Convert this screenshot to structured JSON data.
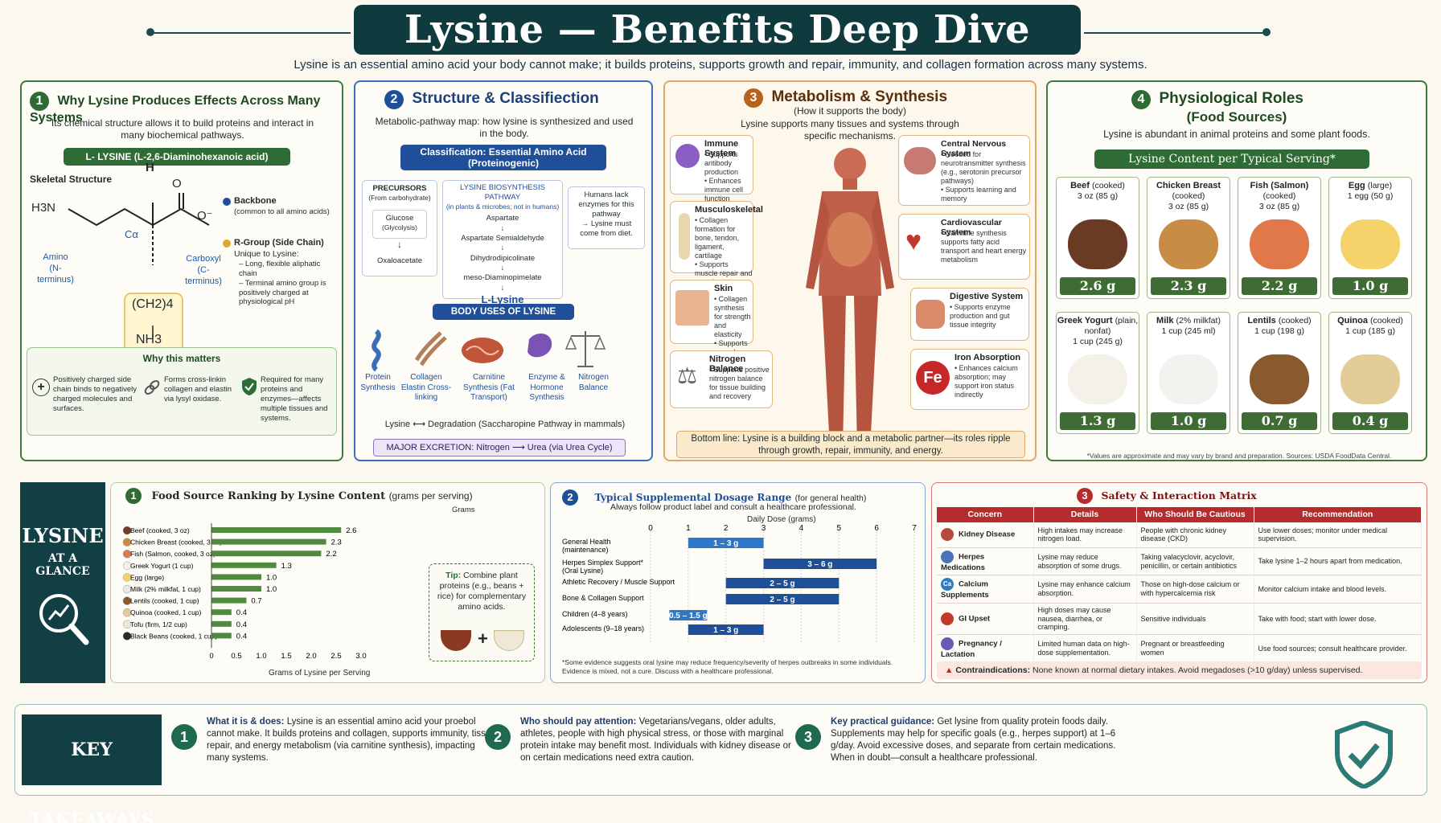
{
  "title": "Lysine — Benefits Deep Dive",
  "subtitle": "Lysine is an essential amino acid your body cannot make; it builds proteins, supports growth and repair, immunity, and collagen formation across many systems.",
  "colors": {
    "navy": "#0f3b3f",
    "green": "#2f6b34",
    "blue": "#1f4f99",
    "orange": "#b8631b",
    "red": "#b62b2b"
  },
  "p1": {
    "num": "1",
    "title": "Why Lysine Produces Effects Across Many Systems",
    "desc": "Its chemical structure allows it to build proteins and interact in many biochemical pathways.",
    "name_bar": "L- LYSINE (L-2,6-Diaminohexanoic acid)",
    "skeletal": "Skeletal Structure",
    "h3n": "H3N",
    "h": "H",
    "o": "O",
    "ominus": "O⁻",
    "calpha": "Cα",
    "ch24": "(CH2)4",
    "nh3": "NH3",
    "amino": "Amino",
    "nterm": "(N-terminus)",
    "carboxyl": "Carboxyl",
    "cterm": "(C-terminus)",
    "backbone": "Backbone",
    "backbone_d": "(common to all amino acids)",
    "rgroup": "R-Group (Side Chain)",
    "rgroup_d": "Unique to Lysine:",
    "r1": "– Long, flexible aliphatic chain",
    "r2": "– Terminal amino group is positively charged at physiological pH",
    "why": "Why this matters",
    "w1": "Positively charged side chain binds to negatively charged molecules and surfaces.",
    "w2": "Forms cross-linkin collagen and elastin via lysyl oxidase.",
    "w3": "Required for many proteins and enzymes—affects multiple tissues and systems."
  },
  "p2": {
    "num": "2",
    "title": "Structure & Classifiection",
    "desc": "Metabolic-pathway map: how lysine is synthesized and used in the body.",
    "class_bar": "Classification: Essential Amino Acid (Proteinogenic)",
    "prec": "PRECURSORS",
    "prec_s": "(From carbohydrate)",
    "glucose": "Glucose",
    "glyco": "(Glycolysis)",
    "oxalo": "Oxaloacetate",
    "bio": "LYSINE BIOSYNTHESIS PATHWAY",
    "bio_s": "(in plants & microbes; not in humans)",
    "s1": "Aspartate",
    "s2": "Aspartate Semialdehyde",
    "s3": "Dihydrodipicolinate",
    "s4": "meso-Diaminopimelate",
    "lys": "L-Lysine",
    "humans": "Humans lack enzymes for this pathway",
    "humans2": "→ Lysine must come from diet.",
    "uses": "BODY USES OF LYSINE",
    "u1": "Protein Synthesis",
    "u2": "Collagen Elastin Cross-linking",
    "u3": "Carnitine Synthesis (Fat Transport)",
    "u4": "Enzyme & Hormone Synthesis",
    "u5": "Nitrogen Balance",
    "deg": "Lysine ⟷ Degradation (Saccharopine Pathway in mammals)",
    "excr": "MAJOR EXCRETION: Nitrogen ⟶ Urea (via Urea Cycle)"
  },
  "p3": {
    "num": "3",
    "title": "Metabolism & Synthesis",
    "sub": "(How it supports the body)",
    "desc": "Lysine supports many tissues and systems through specific mechanisms.",
    "immune": "Immune System",
    "immune_l": [
      "Supports antibody production",
      "Enhances immune cell function"
    ],
    "musc": "Musculoskeletal",
    "musc_l": [
      "Collagen formation for bone, tendon, ligament, cartilage",
      "Supports muscle repair and growth"
    ],
    "skin": "Skin",
    "skin_l": [
      "Collagen synthesis for strength and elasticity",
      "Supports wound healing"
    ],
    "nitro": "Nitrogen Balance",
    "nitro_l": [
      "Supports positive nitrogen balance for tissue building and recovery"
    ],
    "cns": "Central Nervous System",
    "cns_l": [
      "Needed for neurotransmitter synthesis (e.g., serotonin precursor pathways)",
      "Supports learning and memory"
    ],
    "cardio": "Cardiovascular System",
    "cardio_l": [
      "Carnitine synthesis supports fatty acid transport and heart energy metabolism"
    ],
    "dig": "Digestive System",
    "dig_l": [
      "Supports enzyme production and gut tissue integrity"
    ],
    "iron": "Iron Absorption",
    "iron_l": [
      "Enhances calcium absorption; may support iron status indirectly"
    ],
    "fe": "Fe",
    "bottom": "Bottom line: Lysine is a building block and a metabolic partner—its roles ripple through growth, repair, immunity, and energy."
  },
  "p4": {
    "num": "4",
    "title": "Physiological Roles",
    "title2": "(Food Sources)",
    "desc": "Lysine is abundant in animal proteins and some plant foods.",
    "bar": "Lysine Content per Typical Serving*",
    "foods": [
      {
        "name": "Beef",
        "q": "(cooked)",
        "s": "3 oz (85 g)",
        "v": "2.6 g"
      },
      {
        "name": "Chicken Breast",
        "q": "(cooked)",
        "s": "3 oz (85 g)",
        "v": "2.3 g"
      },
      {
        "name": "Fish (Salmon)",
        "q": "(cooked)",
        "s": "3 oz (85 g)",
        "v": "2.2 g"
      },
      {
        "name": "Egg",
        "q": "(large)",
        "s": "1 egg (50 g)",
        "v": "1.0 g"
      },
      {
        "name": "Greek Yogurt",
        "q": "(plain, nonfat)",
        "s": "1 cup (245 g)",
        "v": "1.3 g"
      },
      {
        "name": "Milk",
        "q": "(2% milkfat)",
        "s": "1 cup (245 ml)",
        "v": "1.0 g"
      },
      {
        "name": "Lentils",
        "q": "(cooked)",
        "s": "1 cup (198 g)",
        "v": "0.7 g"
      },
      {
        "name": "Quinoa",
        "q": "(cooked)",
        "s": "1 cup (185 g)",
        "v": "0.4 g"
      }
    ],
    "note": "*Values are approximate and may vary by brand and preparation. Sources: USDA FoodData Central."
  },
  "glance": {
    "line1": "LYSINE",
    "line2": "AT A GLANCE"
  },
  "rank": {
    "num": "1",
    "title": "Food Source Ranking by Lysine Content",
    "title_s": "(grams per serving)",
    "grams": "Grams",
    "xlabel": "Grams of Lysine per Serving",
    "tip_h": "Tip:",
    "tip": "Combine plant proteins (e.g., beans + rice) for complementary amino acids.",
    "plus": "+"
  },
  "dose": {
    "num": "2",
    "title": "Typical Supplemental Dosage Range",
    "title_s": "(for general health)",
    "desc": "Always follow product label and consult a healthcare professional.",
    "axis": "Daily Dose (grams)",
    "note": "*Some evidence suggests oral lysine may reduce frequency/severity of herpes outbreaks in some individuals. Evidence is mixed, not a cure. Discuss with a healthcare professional."
  },
  "safety": {
    "num": "3",
    "title": "Safety & Interaction Matrix",
    "headers": [
      "Concern",
      "Details",
      "Who Should Be Cautious",
      "Recommendation"
    ],
    "rows": [
      {
        "icon": "kidney-icon",
        "c": "Kidney Disease",
        "d": "High intakes may increase nitrogen load.",
        "w": "People with chronic kidney disease (CKD)",
        "r": "Use lower doses; monitor under medical supervision."
      },
      {
        "icon": "pill-icon",
        "c": "Herpes Medications",
        "d": "Lysine may reduce absorption of some drugs.",
        "w": "Taking valacyclovir, acyclovir, penicillin, or certain antibiotics",
        "r": "Take lysine 1–2 hours apart from medication."
      },
      {
        "icon": "calcium-icon",
        "c": "Calcium Supplements",
        "d": "Lysine may enhance calcium absorption.",
        "w": "Those on high-dose calcium or with hypercalcemia risk",
        "r": "Monitor calcium intake and blood levels."
      },
      {
        "icon": "stomach-icon",
        "c": "GI Upset",
        "d": "High doses may cause nausea, diarrhea, or cramping.",
        "w": "Sensitive individuals",
        "r": "Take with food; start with lower dose."
      },
      {
        "icon": "pregnancy-icon",
        "c": "Pregnancy / Lactation",
        "d": "Limited human data on high-dose supplementation.",
        "w": "Pregnant or breastfeeding women",
        "r": "Use food sources; consult healthcare provider."
      }
    ],
    "contra_h": "Contraindications:",
    "contra": "None known at normal dietary intakes.   Avoid megadoses (>10 g/day) unless supervised.",
    "ca": "Ca"
  },
  "takeaways": {
    "title": "KEY TAKEAWAYS",
    "items": [
      {
        "n": "1",
        "h": "What it is & does:",
        "t": "Lysine is an essential amino acid your proebol cannot make. It builds proteins and collagen, supports immunity, tissue repair, and energy metabolism (via carnitine synthesis), impacting many systems."
      },
      {
        "n": "2",
        "h": "Who should pay attention:",
        "t": "Vegetarians/vegans, older adults, athletes, people with high physical stress, or those with marginal protein intake may benefit most. Individuals with kidney disease or on certain medications need extra caution."
      },
      {
        "n": "3",
        "h": "Key practical guidance:",
        "t": "Get lysine from quality protein foods daily. Supplements may help for specific goals (e.g., herpes support) at 1–6 g/day. Avoid excessive doses, and separate from certain medications. When in doubt—consult a healthcare professional."
      }
    ]
  },
  "chart_data": [
    {
      "type": "bar",
      "orientation": "horizontal",
      "title": "Food Source Ranking by Lysine Content",
      "subtitle": "(grams per serving)",
      "xlabel": "Grams of Lysine per Serving",
      "xlim": [
        0,
        3.0
      ],
      "xticks": [
        "0",
        "0.5",
        "1.0",
        "1.5",
        "2.0",
        "2.5",
        "3.0"
      ],
      "categories": [
        "Beef (cooked, 3 oz)",
        "Chicken Breast (cooked, 3 oz)",
        "Fish (Salmon, cooked, 3 oz)",
        "Greek Yogurt (1 cup)",
        "Egg (large)",
        "Milk (2% milkfat, 1 cup)",
        "Lentils (cooked, 1 cup)",
        "Quinoa (cooked, 1 cup)",
        "Tofu (firm, 1/2 cup)",
        "Black Beans (cooked, 1 cup)"
      ],
      "values": [
        2.6,
        2.3,
        2.2,
        1.3,
        1.0,
        1.0,
        0.7,
        0.4,
        0.4,
        0.4
      ],
      "labels": [
        "2.6",
        "2.3",
        "2.2",
        "1.3",
        "1.0",
        "1.0",
        "0.7",
        "0.4",
        "0.4",
        "0.4"
      ]
    },
    {
      "type": "bar",
      "orientation": "horizontal-range",
      "title": "Typical Supplemental Dosage Range",
      "xlabel": "Daily Dose (grams)",
      "xlim": [
        0,
        7
      ],
      "xticks": [
        "0",
        "1",
        "2",
        "3",
        "4",
        "5",
        "6",
        "7"
      ],
      "categories": [
        "General Health (maintenance)",
        "Herpes Simplex Support* (Oral Lysine)",
        "Athletic Recovery / Muscle Support",
        "Bone & Collagen Support",
        "Children (4–8 years)",
        "Adolescents (9–18 years)"
      ],
      "ranges": [
        [
          1,
          3
        ],
        [
          3,
          6
        ],
        [
          2,
          5
        ],
        [
          2,
          5
        ],
        [
          0.5,
          1.5
        ],
        [
          1,
          3
        ]
      ],
      "labels": [
        "1 – 3 g",
        "3 – 6 g",
        "2 – 5 g",
        "2 – 5 g",
        "0.5 – 1.5 g",
        "1 – 3 g"
      ]
    }
  ]
}
